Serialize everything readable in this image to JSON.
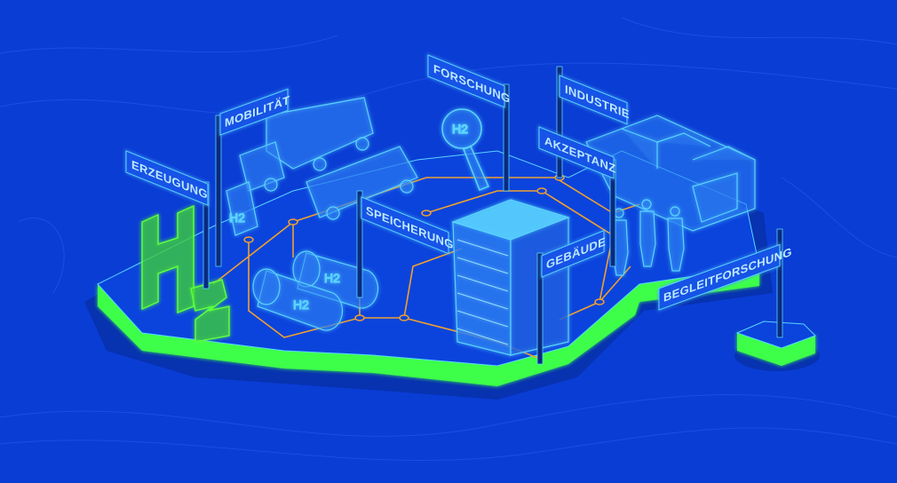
{
  "colors": {
    "background": "#0a3dd4",
    "platform_top": "#0b44dc",
    "platform_edge": "#3dff4a",
    "pipeline": "#f0a030",
    "hologram": "#5ad4ff",
    "logo": "#5cff3c"
  },
  "logo": {
    "text": "H2"
  },
  "signs": {
    "erzeugung": "ERZEUGUNG",
    "mobilitaet": "MOBILITÄT",
    "forschung": "FORSCHUNG",
    "industrie": "INDUSTRIE",
    "akzeptanz": "AKZEPTANZ",
    "speicherung": "SPEICHERUNG",
    "gebaeude": "GEBÄUDE",
    "begleitforschung": "BEGLEITFORSCHUNG"
  },
  "labels": {
    "tank_1": "H2",
    "tank_2": "H2",
    "magnifier": "H2",
    "pump": "H2"
  }
}
